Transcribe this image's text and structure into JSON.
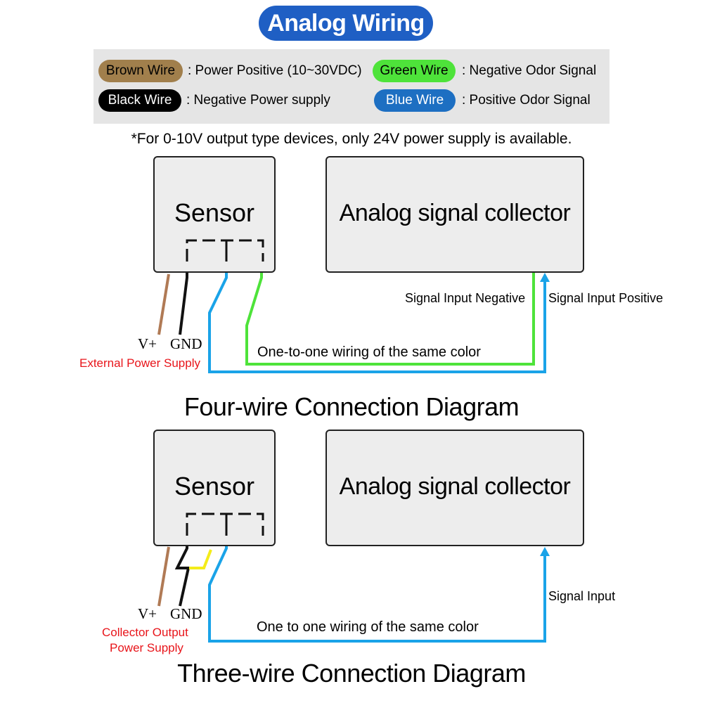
{
  "title": "Analog Wiring",
  "legend": {
    "brown": {
      "label": "Brown Wire",
      "desc": ": Power Positive (10~30VDC)",
      "color": "#a17f4c"
    },
    "green": {
      "label": "Green Wire",
      "desc": ": Negative Odor Signal",
      "color": "#4ee33a"
    },
    "black": {
      "label": "Black Wire",
      "desc": ": Negative Power supply",
      "color": "#000000"
    },
    "blue": {
      "label": "Blue Wire",
      "desc": ": Positive Odor Signal",
      "color": "#1d6fc2"
    }
  },
  "note": "*For 0-10V output type devices, only 24V power supply is available.",
  "wire_colors": {
    "brown": "#b07a55",
    "black": "#111111",
    "blue": "#1aa3e8",
    "green": "#4ee33a",
    "yellow": "#f4ec1a"
  },
  "four_wire": {
    "sensor_label": "Sensor",
    "collector_label": "Analog signal collector",
    "signal_negative": "Signal Input Negative",
    "signal_positive": "Signal Input Positive",
    "v_plus": "V+",
    "gnd": "GND",
    "power_note": "External Power Supply",
    "wiring_note": "One-to-one wiring of the same color",
    "title": "Four-wire Connection Diagram"
  },
  "three_wire": {
    "sensor_label": "Sensor",
    "collector_label": "Analog signal collector",
    "signal_input": "Signal Input",
    "v_plus": "V+",
    "gnd": "GND",
    "power_note_line1": "Collector Output",
    "power_note_line2": "Power Supply",
    "wiring_note": "One to one wiring of the same color",
    "title": "Three-wire Connection Diagram"
  }
}
